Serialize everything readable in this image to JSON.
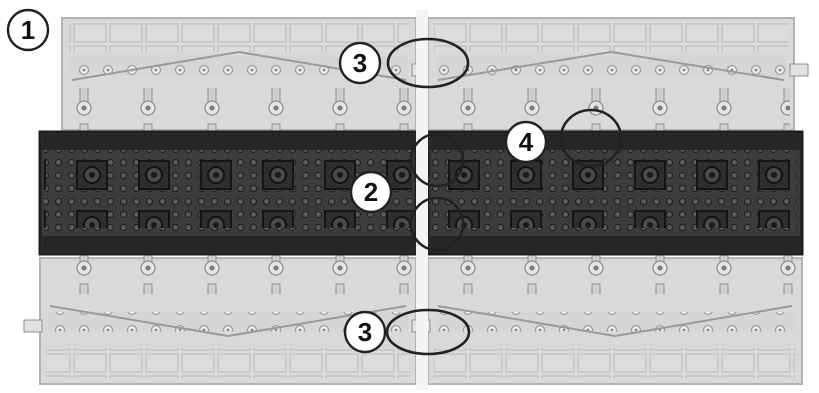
{
  "labels": {
    "l1": "1",
    "l2": "2",
    "l3a": "3",
    "l3b": "3",
    "l4": "4"
  },
  "colors": {
    "background": "#ffffff",
    "light_panel": "#d9d9d9",
    "light_panel_shadow": "#b3b3b3",
    "dark_panel": "#3a3a3a",
    "dark_panel_deep": "#1f1f1f",
    "outline": "#222222",
    "label_fill": "#ffffff"
  }
}
